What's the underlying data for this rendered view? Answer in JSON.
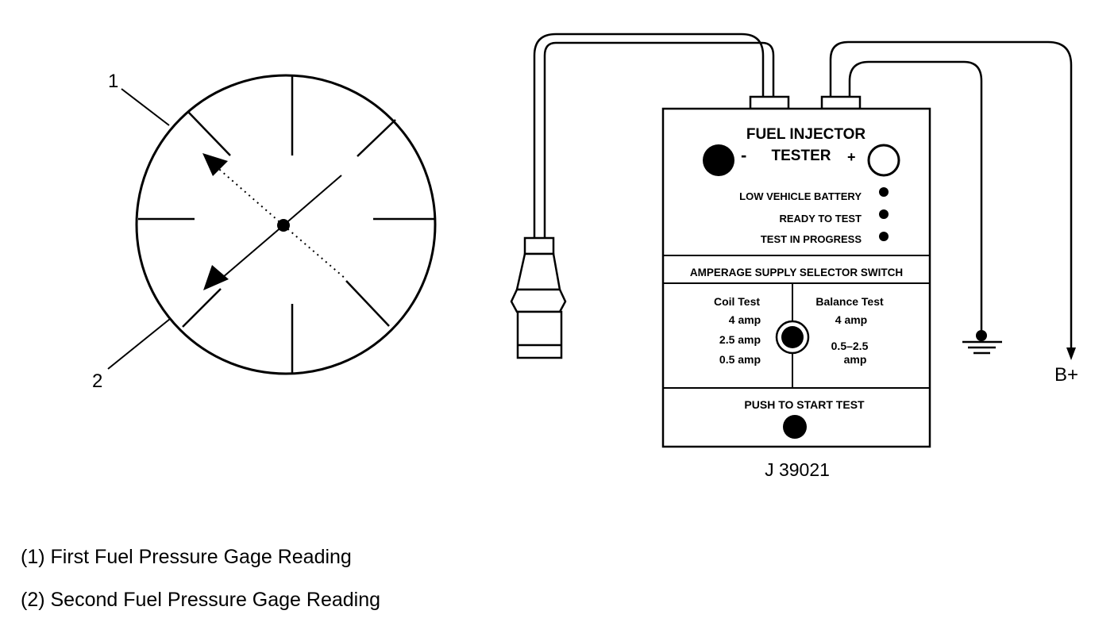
{
  "gage": {
    "callout_1": "1",
    "callout_2": "2"
  },
  "tester": {
    "title_line1": "FUEL INJECTOR",
    "title_line2": "TESTER",
    "minus": "-",
    "plus": "+",
    "indicators": [
      "LOW VEHICLE BATTERY",
      "READY TO TEST",
      "TEST IN PROGRESS"
    ],
    "selector_header": "AMPERAGE SUPPLY SELECTOR SWITCH",
    "coil_test": {
      "title": "Coil Test",
      "options": [
        "4 amp",
        "2.5 amp",
        "0.5 amp"
      ]
    },
    "balance_test": {
      "title": "Balance Test",
      "options": [
        "4 amp",
        "0.5–2.5",
        "amp"
      ]
    },
    "push_label": "PUSH TO START TEST",
    "model": "J 39021"
  },
  "battery_label": "B+",
  "legend": [
    "(1) First Fuel Pressure Gage Reading",
    "(2) Second Fuel Pressure Gage Reading"
  ]
}
